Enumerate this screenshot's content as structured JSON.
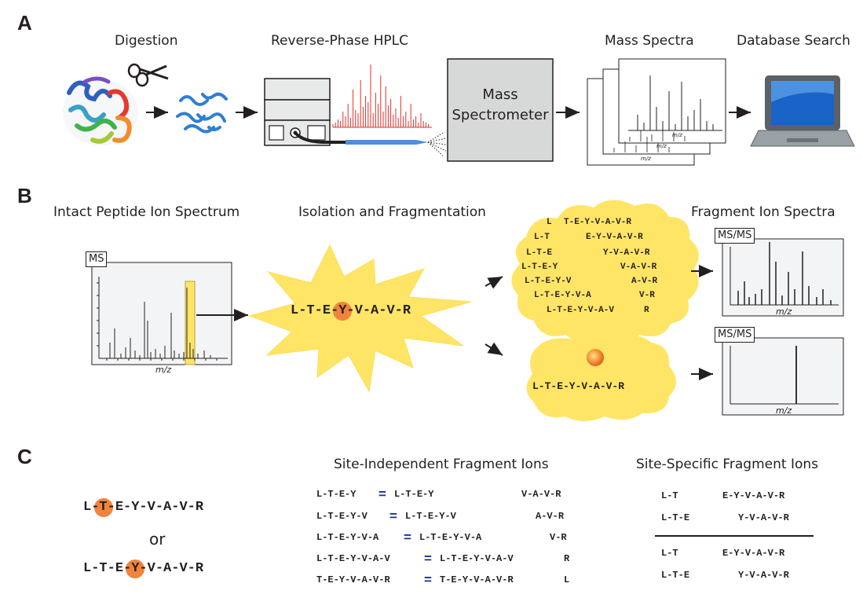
{
  "panelA": {
    "letter": "A",
    "digestion": "Digestion",
    "hplc": "Reverse-Phase HPLC",
    "ms_line1": "Mass",
    "ms_line2": "Spectrometer",
    "mass_spectra": "Mass Spectra",
    "database": "Database Search",
    "mz": "m/z"
  },
  "panelB": {
    "letter": "B",
    "intact": "Intact Peptide Ion Spectrum",
    "isolation": "Isolation and Fragmentation",
    "fragment_spectra": "Fragment Ion Spectra",
    "ms_label": "MS",
    "msms_label": "MS/MS",
    "mz": "m/z",
    "peptide": "L-T-E-Y-V-A-V-R",
    "cloud_left": [
      "L",
      "L-T",
      "L-T-E",
      "L-T-E-Y",
      "L-T-E-Y-V",
      "L-T-E-Y-V-A",
      "L-T-E-Y-V-A-V"
    ],
    "cloud_right": [
      "T-E-Y-V-A-V-R",
      "E-Y-V-A-V-R",
      "Y-V-A-V-R",
      "V-A-V-R",
      "A-V-R",
      "V-R",
      "R"
    ]
  },
  "panelC": {
    "letter": "C",
    "seq_top": "L-T-E-Y-V-A-V-R",
    "or": "or",
    "seq_bottom": "L-T-E-Y-V-A-V-R",
    "site_independent": "Site-Independent Fragment Ions",
    "site_specific": "Site-Specific Fragment Ions",
    "rows_left": [
      "L-T-E-Y",
      "L-T-E-Y-V",
      "L-T-E-Y-V-A",
      "L-T-E-Y-V-A-V",
      "T-E-Y-V-A-V-R"
    ],
    "rows_mid": [
      "L-T-E-Y",
      "L-T-E-Y-V",
      "L-T-E-Y-V-A",
      "L-T-E-Y-V-A-V",
      "T-E-Y-V-A-V-R"
    ],
    "rows_right": [
      "V-A-V-R",
      "A-V-R",
      "V-R",
      "R",
      "L"
    ],
    "equals": "=",
    "specific_top_left": [
      "L-T",
      "L-T-E"
    ],
    "specific_top_right": [
      "E-Y-V-A-V-R",
      "Y-V-A-V-R"
    ],
    "specific_bot_left": [
      "L-T",
      "L-T-E"
    ],
    "specific_bot_right": [
      "E-Y-V-A-V-R",
      "Y-V-A-V-R"
    ]
  },
  "colors": {
    "orange": "#f0843c",
    "yellow": "#ffe566",
    "blue": "#2f6fc2",
    "red": "#e0302a",
    "gray_box": "#d7d9d8"
  }
}
